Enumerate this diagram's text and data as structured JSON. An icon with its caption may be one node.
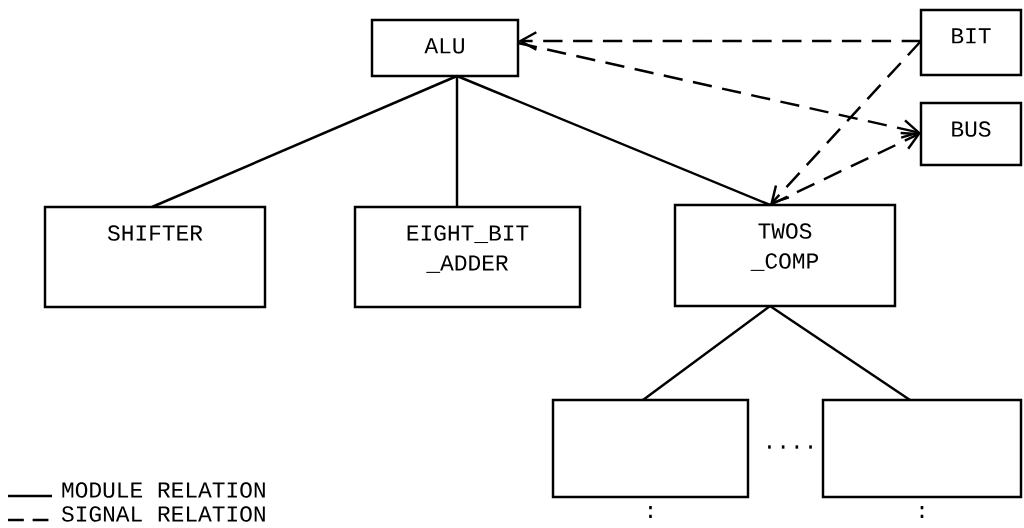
{
  "diagram": {
    "nodes": [
      {
        "text": [
          "ALU"
        ]
      },
      {
        "text": [
          "BIT"
        ]
      },
      {
        "text": [
          "BUS"
        ]
      },
      {
        "text": [
          "SHIFTER"
        ]
      },
      {
        "text": [
          "EIGHT_BIT _ADDER"
        ]
      },
      {
        "text": [
          "TWOS _COMP"
        ]
      },
      {
        "text": [],
        "shape": "box",
        "beside": [
          ":"
        ]
      },
      {
        "text": [],
        "shape": "box",
        "beside": [
          ":"
        ]
      }
    ],
    "edges": [
      {
        "from": 0,
        "to": 3,
        "arrow": "none"
      },
      {
        "from": 0,
        "to": 4,
        "arrow": "none"
      },
      {
        "from": 0,
        "to": 5,
        "arrow": "none"
      },
      {
        "from": 1,
        "to": 0,
        "arrow": "to",
        "style": "dashed"
      },
      {
        "from": 0,
        "to": 2,
        "arrow": "to",
        "style": "dashed"
      },
      {
        "from": 1,
        "to": 5,
        "arrow": "to",
        "style": "dashed"
      },
      {
        "from": 5,
        "to": 2,
        "arrow": "to",
        "style": "dashed"
      },
      {
        "from": 5,
        "to": 6,
        "arrow": "none"
      },
      {
        "from": 5,
        "to": 7,
        "arrow": "none"
      }
    ],
    "labels": [
      "...."
    ],
    "legend": [
      {
        "text": "MODULE RELATION"
      },
      {
        "text": "SIGNAL RELATION"
      }
    ]
  }
}
